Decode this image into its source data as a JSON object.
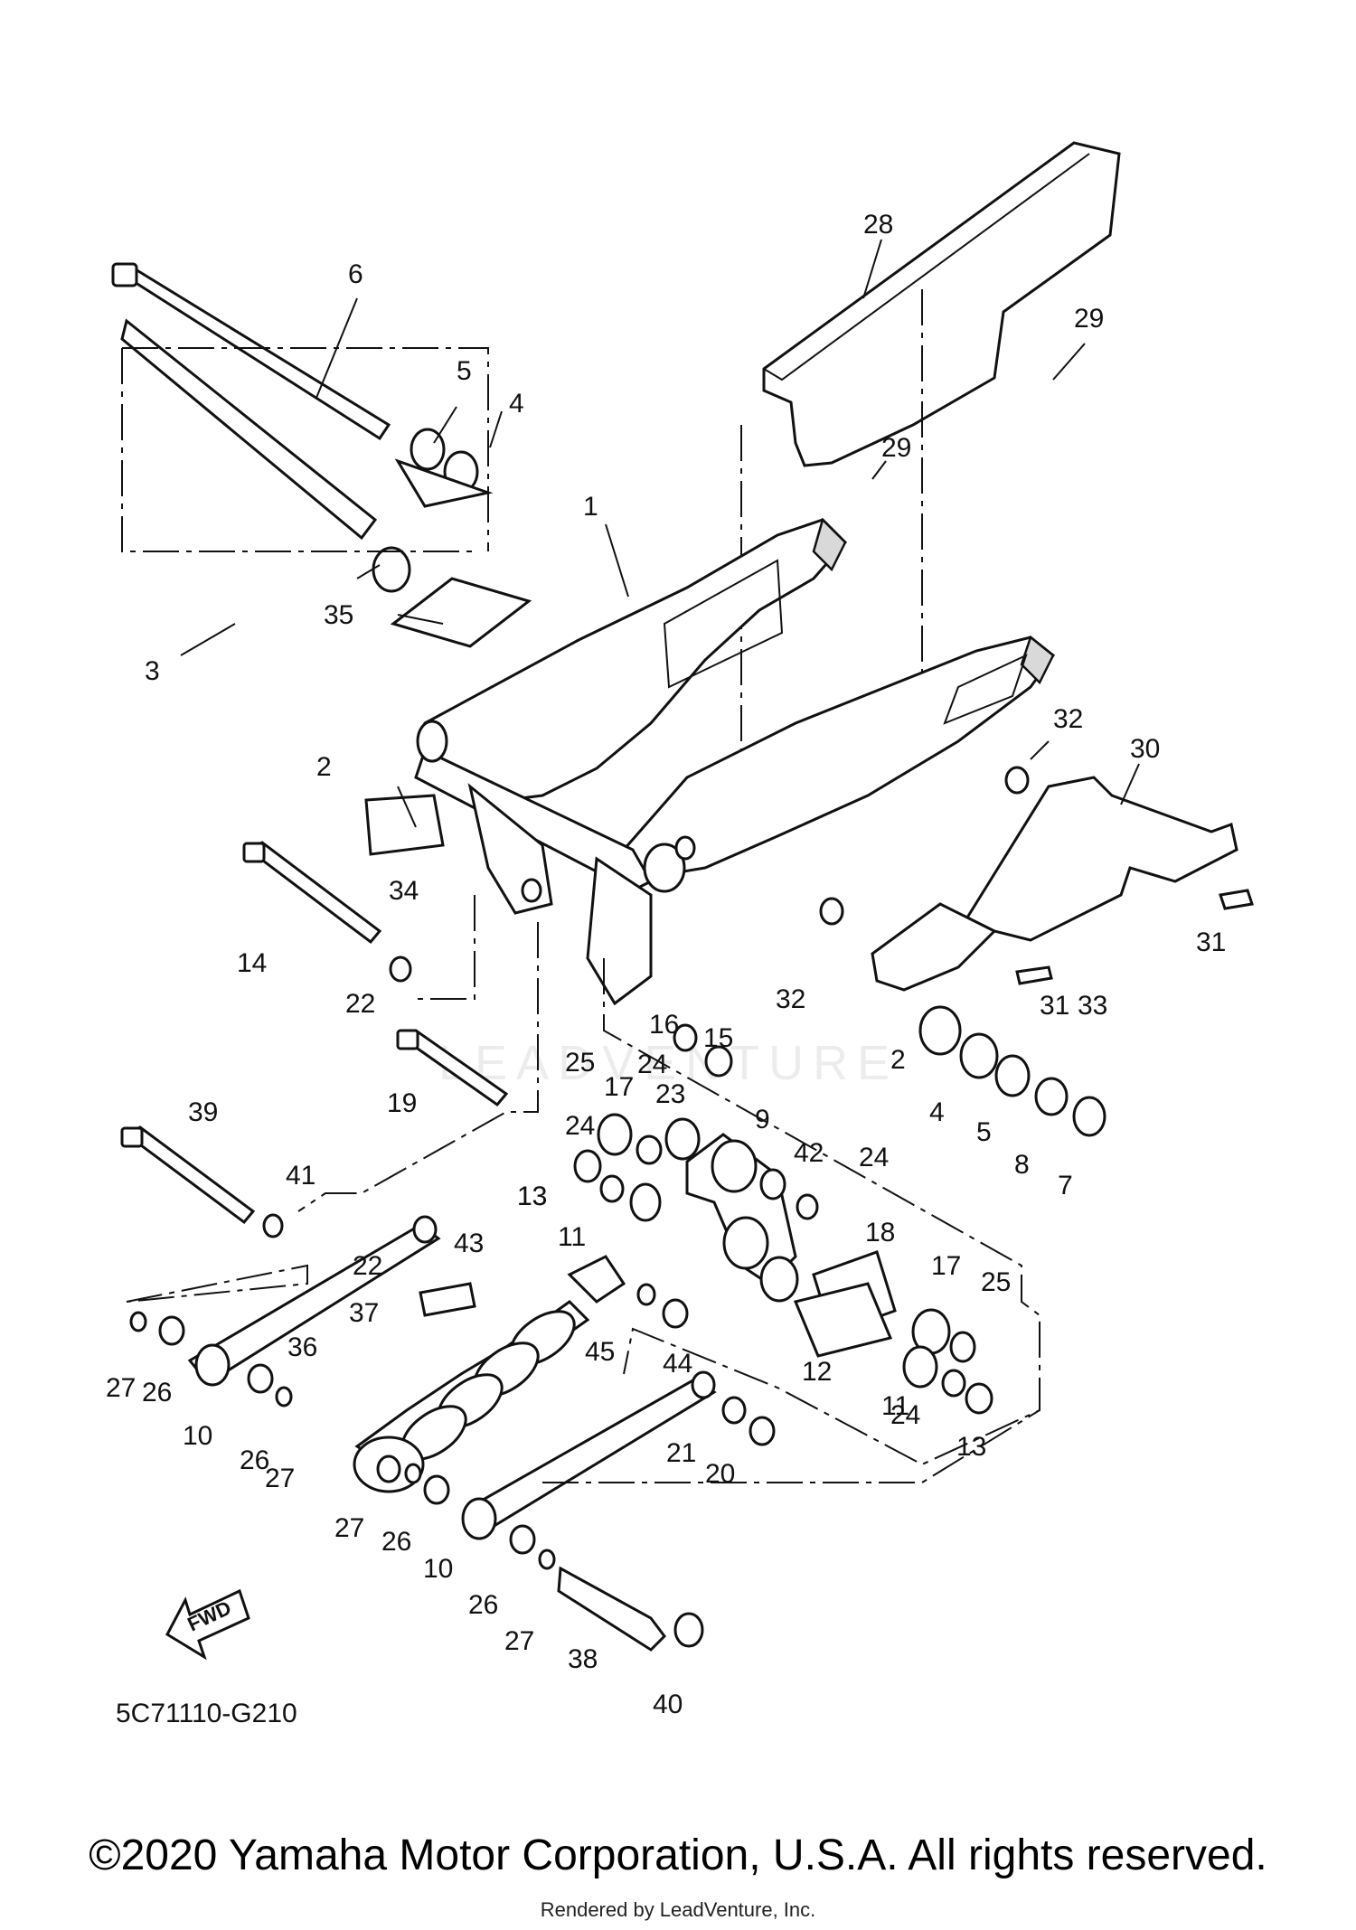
{
  "diagram": {
    "part_code": "5C71110-G210",
    "fwd_label": "FWD",
    "watermark": "LEADVENTURE",
    "callouts": [
      "1",
      "2",
      "3",
      "4",
      "5",
      "6",
      "7",
      "8",
      "9",
      "10",
      "11",
      "12",
      "13",
      "14",
      "15",
      "16",
      "17",
      "18",
      "19",
      "20",
      "21",
      "22",
      "23",
      "24",
      "25",
      "26",
      "27",
      "28",
      "29",
      "30",
      "31",
      "32",
      "33",
      "34",
      "35",
      "36",
      "37",
      "38",
      "39",
      "40",
      "41",
      "42",
      "43",
      "44",
      "45"
    ]
  },
  "footer": {
    "copyright": "©2020 Yamaha Motor Corporation, U.S.A. All rights reserved.",
    "rendered_by": "Rendered by LeadVenture, Inc."
  }
}
